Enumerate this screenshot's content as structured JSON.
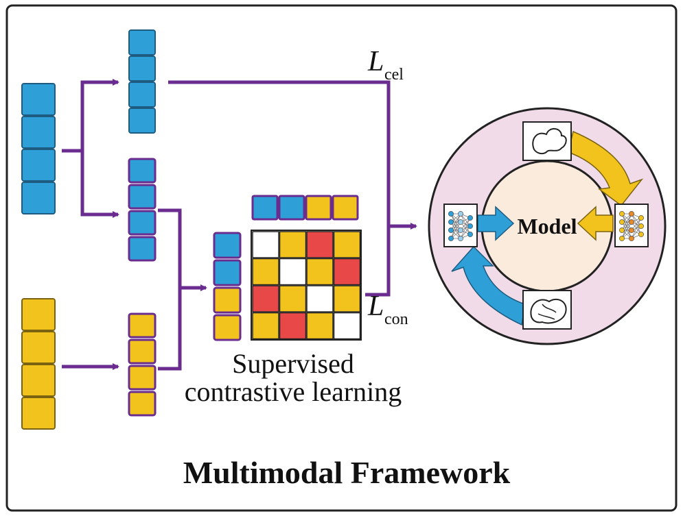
{
  "labels": {
    "loss_cel_main": "L",
    "loss_cel_sub": "cel",
    "loss_con_main": "L",
    "loss_con_sub": "con",
    "caption_line1": "Supervised",
    "caption_line2": "contrastive learning",
    "model": "Model",
    "title": "Multimodal Framework"
  },
  "colors": {
    "blue": "#2f9fd8",
    "yellow": "#f2c31c",
    "red": "#e84848",
    "white": "#ffffff",
    "purple": "#6a2c8e",
    "ring": "#f1dbe8",
    "inner": "#fbebdc"
  },
  "similarity_matrix": [
    [
      "white",
      "yellow",
      "red",
      "yellow"
    ],
    [
      "yellow",
      "white",
      "yellow",
      "red"
    ],
    [
      "red",
      "yellow",
      "white",
      "yellow"
    ],
    [
      "yellow",
      "red",
      "yellow",
      "white"
    ]
  ],
  "matrix_top_row": [
    "blue",
    "blue",
    "yellow",
    "yellow"
  ],
  "matrix_left_col": [
    "blue",
    "blue",
    "yellow",
    "yellow"
  ],
  "icons": [
    "brain-sketch-icon",
    "neural-network-icon-blue",
    "neural-network-icon-orange",
    "heart-sketch-icon"
  ]
}
